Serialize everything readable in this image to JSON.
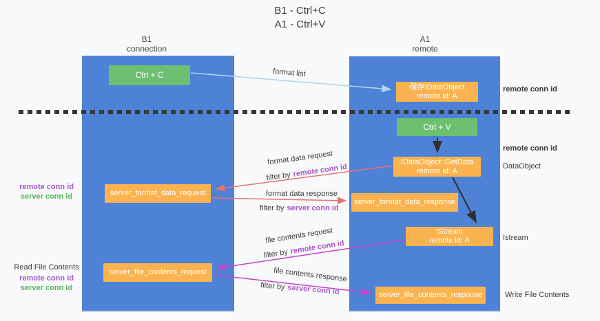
{
  "title": {
    "line1": "B1 - Ctrl+C",
    "line2": "A1 - Ctrl+V"
  },
  "lanes": {
    "left": {
      "name": "B1",
      "role": "connection"
    },
    "right": {
      "name": "A1",
      "role": "remote"
    }
  },
  "boxes": {
    "ctrl_c": "Ctrl + C",
    "ctrl_v": "Ctrl + V",
    "save_dataobject": {
      "line1": "保存IDataObject",
      "line2": "remote id: A"
    },
    "getdata": {
      "line1": "IDataObject::GetData",
      "line2": "remote id: A"
    },
    "istream": {
      "line1": "IStream",
      "line2": "remote id: A"
    },
    "server_format_data_request": "server_format_data_request",
    "server_format_data_response": "server_format_data_response",
    "server_file_contents_request": "server_file_contents_request",
    "server_file_contents_response": "server_file_contents_response"
  },
  "flow_labels": {
    "format_list": "format list",
    "format_data_request": "format data request",
    "format_data_response": "format data response",
    "file_contents_request": "file contents request",
    "file_contents_response": "file contents response",
    "filter_by": "filter by",
    "remote_conn_id": "remote conn id",
    "server_conn_id": "server conn id"
  },
  "annotations": {
    "remote_conn_id": "remote conn id",
    "server_conn_id": "server conn id",
    "dataobject": "DataObject",
    "istream": "Istream",
    "read_file_contents": "Read File Contents",
    "write_file_contents": "Write File Contents"
  },
  "colors": {
    "lane_blue": "#4d82d6",
    "box_orange": "#fab34f",
    "box_green": "#6ec071",
    "arrow_salmon": "#e87272",
    "arrow_magenta": "#c643c7",
    "arrow_lightblue": "#aed7f2",
    "arrow_black": "#2f2f2f",
    "text_purple": "#a855c8",
    "text_green": "#54b858",
    "divider": "#383838"
  }
}
